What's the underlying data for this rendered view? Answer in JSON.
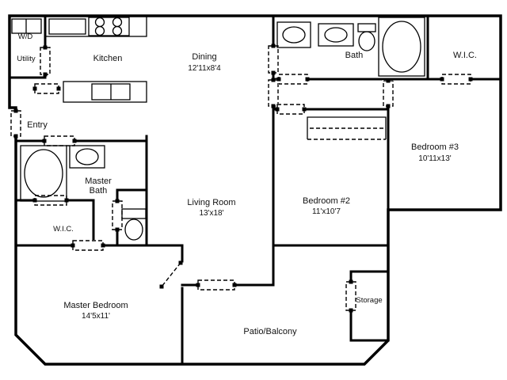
{
  "plan": {
    "background": "#ffffff",
    "wall_color": "#000000",
    "text_color": "#111111"
  },
  "rooms": {
    "wd": {
      "label": "W/D"
    },
    "utility": {
      "label": "Utility"
    },
    "kitchen": {
      "label": "Kitchen"
    },
    "dining": {
      "label": "Dining",
      "dims": "12'11x8'4"
    },
    "bath": {
      "label": "Bath"
    },
    "wic_upper": {
      "label": "W.I.C."
    },
    "bedroom3": {
      "label": "Bedroom #3",
      "dims": "10'11x13'"
    },
    "entry": {
      "label": "Entry"
    },
    "master_bath": {
      "lines": [
        "Master",
        "Bath"
      ]
    },
    "wic_master": {
      "label": "W.I.C."
    },
    "living_room": {
      "label": "Living Room",
      "dims": "13'x18'"
    },
    "bedroom2": {
      "label": "Bedroom #2",
      "dims": "11'x10'7"
    },
    "master_bedroom": {
      "label": "Master Bedroom",
      "dims": "14'5x11'"
    },
    "storage": {
      "label": "Storage"
    },
    "patio": {
      "label": "Patio/Balcony"
    }
  }
}
